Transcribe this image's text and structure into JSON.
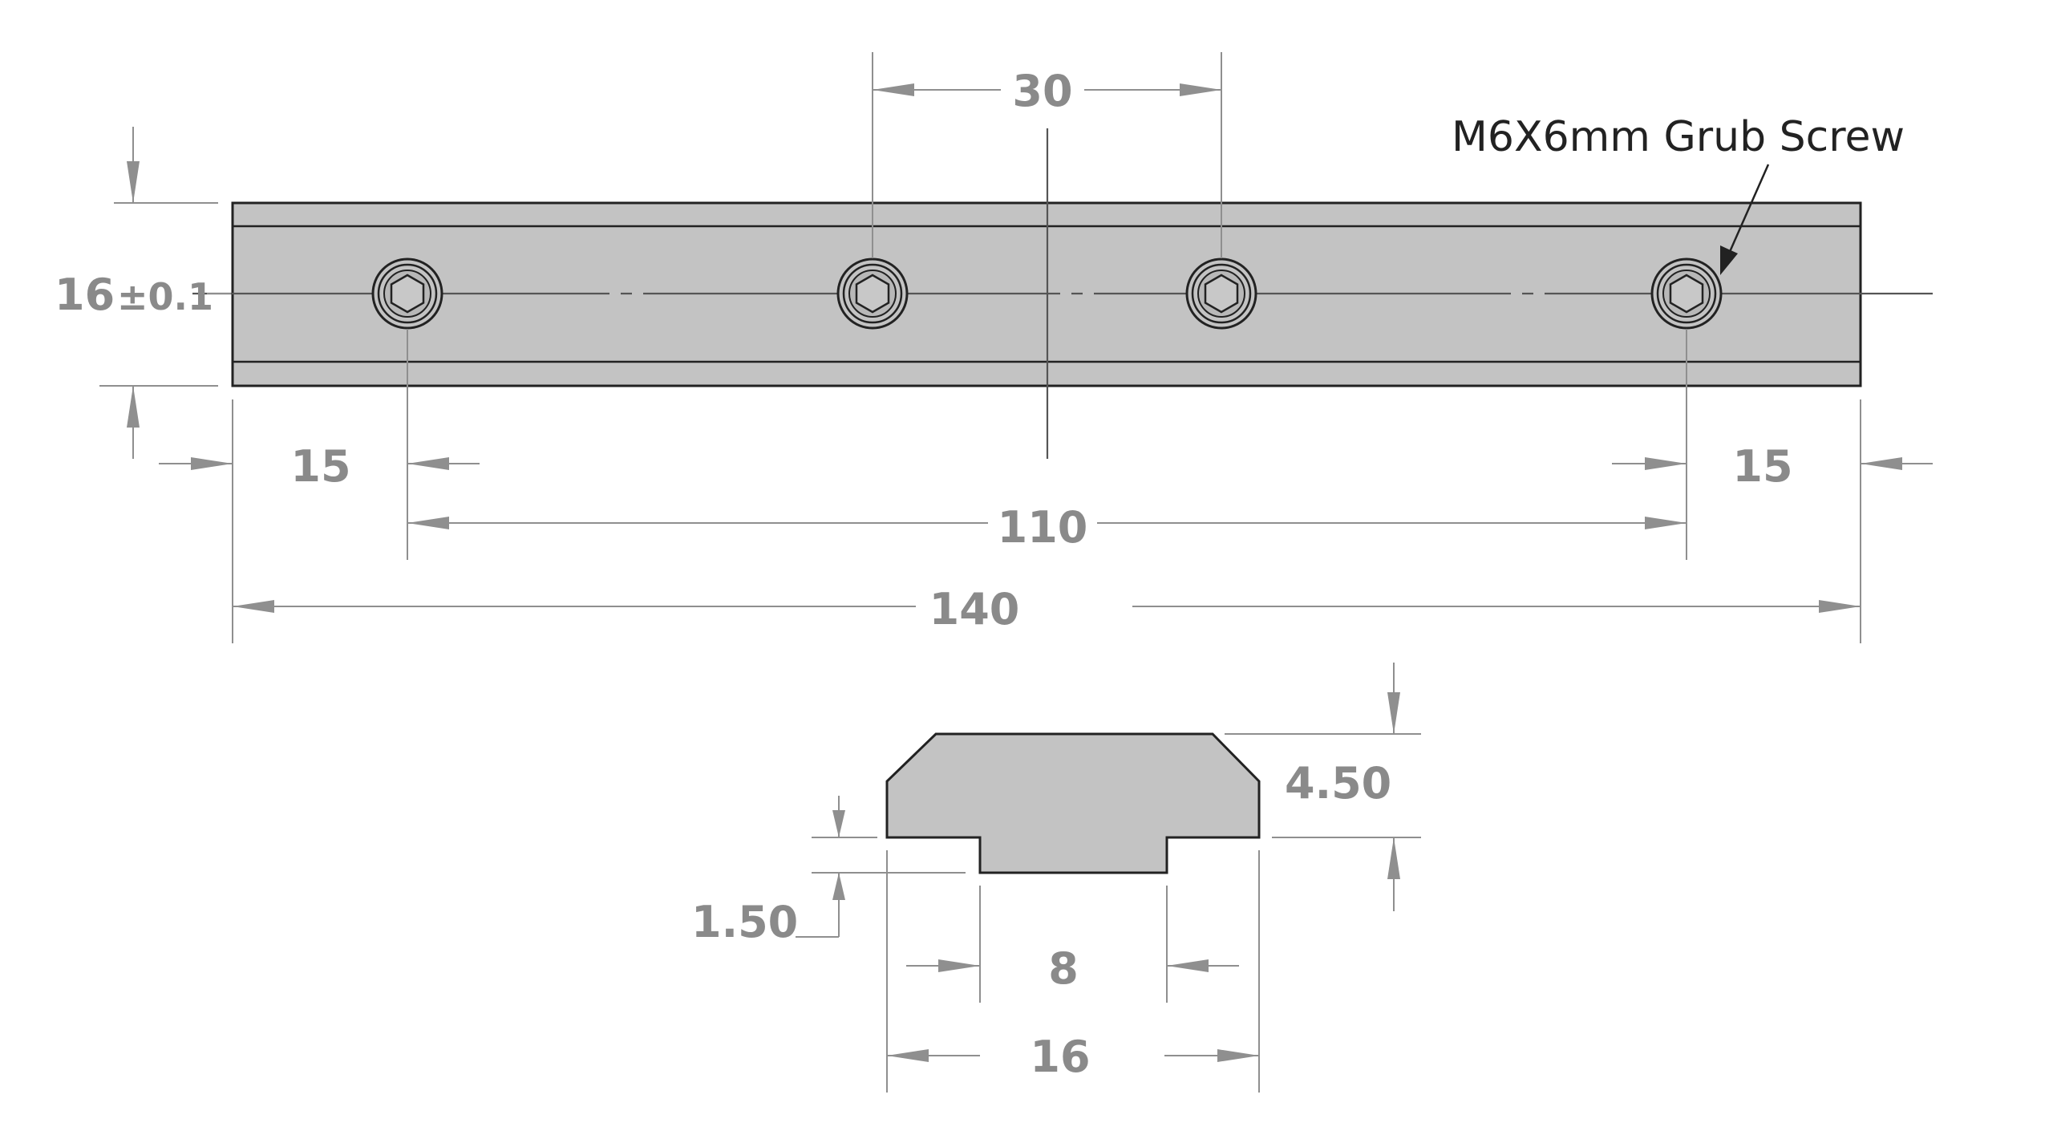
{
  "labels": {
    "hole_spacing": "30",
    "callout": "M6X6mm Grub Screw",
    "height": "16",
    "tolerance": "±0.1",
    "end_offset_left": "15",
    "end_offset_right": "15",
    "hole_span": "110",
    "overall_length": "140",
    "profile_height": "4.50",
    "step_height": "1.50",
    "tongue_width": "8",
    "profile_width": "16"
  },
  "colors": {
    "part_fill": "#c3c3c3",
    "outline": "#222222",
    "dimension": "#8f8f8f"
  }
}
